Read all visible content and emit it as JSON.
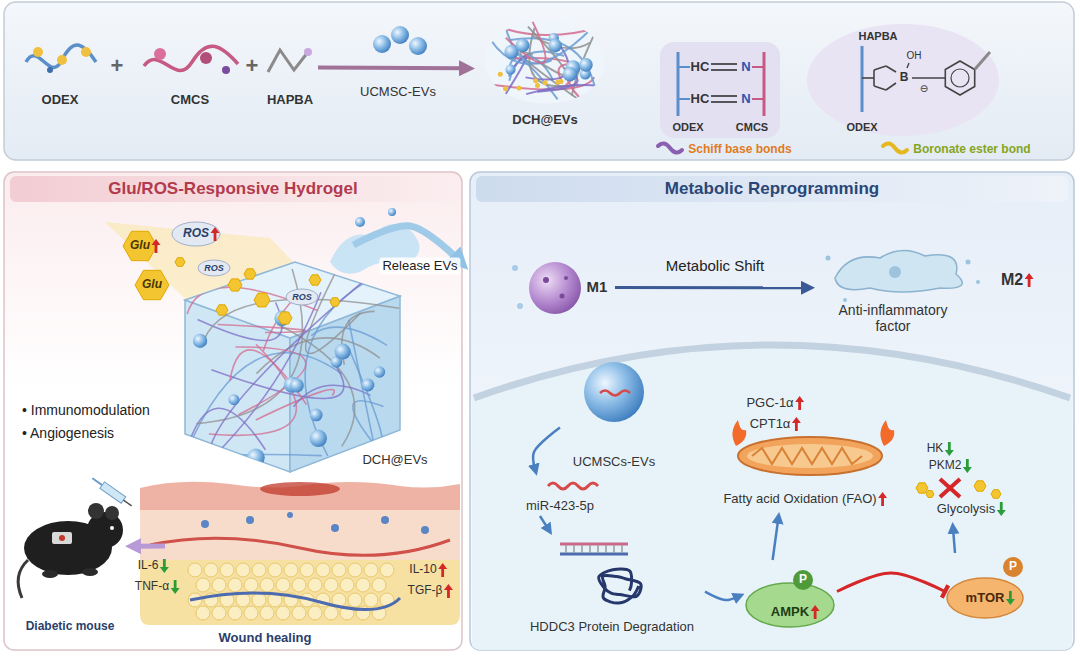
{
  "diagram": {
    "nodes": [
      {
        "text": [
          "Glu/ROS-Responsive Hydrogel"
        ]
      },
      {
        "text": [
          "Metabolic Reprogramming"
        ]
      },
      {
        "text": [
          "ODEX"
        ]
      },
      {
        "text": [
          "CMCS"
        ]
      },
      {
        "text": [
          "HAPBA"
        ]
      },
      {
        "text": [
          "DCH@EVs"
        ]
      },
      {
        "text": [
          "DCH@EVs"
        ],
        "in": 0
      },
      {
        "text": [
          "Wound healing"
        ],
        "in": 0
      },
      {
        "text": [
          "Diabetic mouse"
        ],
        "in": 0
      },
      {
        "text": [
          "M1"
        ],
        "in": 1
      },
      {
        "text": [
          "M2",
          "Anti-inflammatory factor"
        ],
        "in": 1
      },
      {
        "text": [
          "UCMSCs-EVs"
        ],
        "in": 1
      },
      {
        "text": [
          "miR-423-5p"
        ],
        "in": 1
      },
      {
        "text": [
          "HDDC3 Protein Degradation"
        ],
        "in": 1
      },
      {
        "text": [
          "PGC-1α",
          "CPT1α",
          "Fatty acid Oxidation (FAO)"
        ],
        "in": 1
      },
      {
        "text": [
          "P",
          "AMPK"
        ],
        "in": 1
      },
      {
        "text": [
          "P",
          "mTOR"
        ],
        "in": 1
      },
      {
        "text": [
          "HK",
          "PKM2",
          "Glycolysis"
        ],
        "in": 1
      }
    ],
    "edges": [
      {
        "from": 4,
        "to": 5,
        "label": "UCMSC-EVs",
        "arrow": "to"
      },
      {
        "from": 6,
        "to": 1,
        "label": "Release EVs",
        "arrow": "to"
      },
      {
        "from": 7,
        "to": 8,
        "arrow": "to"
      },
      {
        "from": 9,
        "to": 10,
        "label": "Metabolic Shift",
        "arrow": "to"
      },
      {
        "from": 11,
        "to": 12,
        "arrow": "to"
      },
      {
        "from": 12,
        "to": 13,
        "arrow": "to"
      },
      {
        "from": 13,
        "to": 15,
        "arrow": "to"
      },
      {
        "from": 15,
        "to": 14,
        "arrow": "to"
      },
      {
        "from": 15,
        "to": 16,
        "arrow": "to"
      },
      {
        "from": 16,
        "to": 17,
        "arrow": "to"
      }
    ],
    "labels": [
      "+",
      "+",
      "HC",
      "N",
      "HC",
      "N",
      "ODEX",
      "CMCS",
      "Schiff base bonds",
      "HAPBA",
      "OH",
      "B",
      "⊖",
      "ODEX",
      "Boronate ester bond",
      "Glu",
      "ROS",
      "Glu",
      "ROS",
      "ROS",
      "• Immunomodulation",
      "• Angiogenesis",
      "IL-6",
      "TNF-α",
      "IL-10",
      "TGF-β"
    ]
  }
}
